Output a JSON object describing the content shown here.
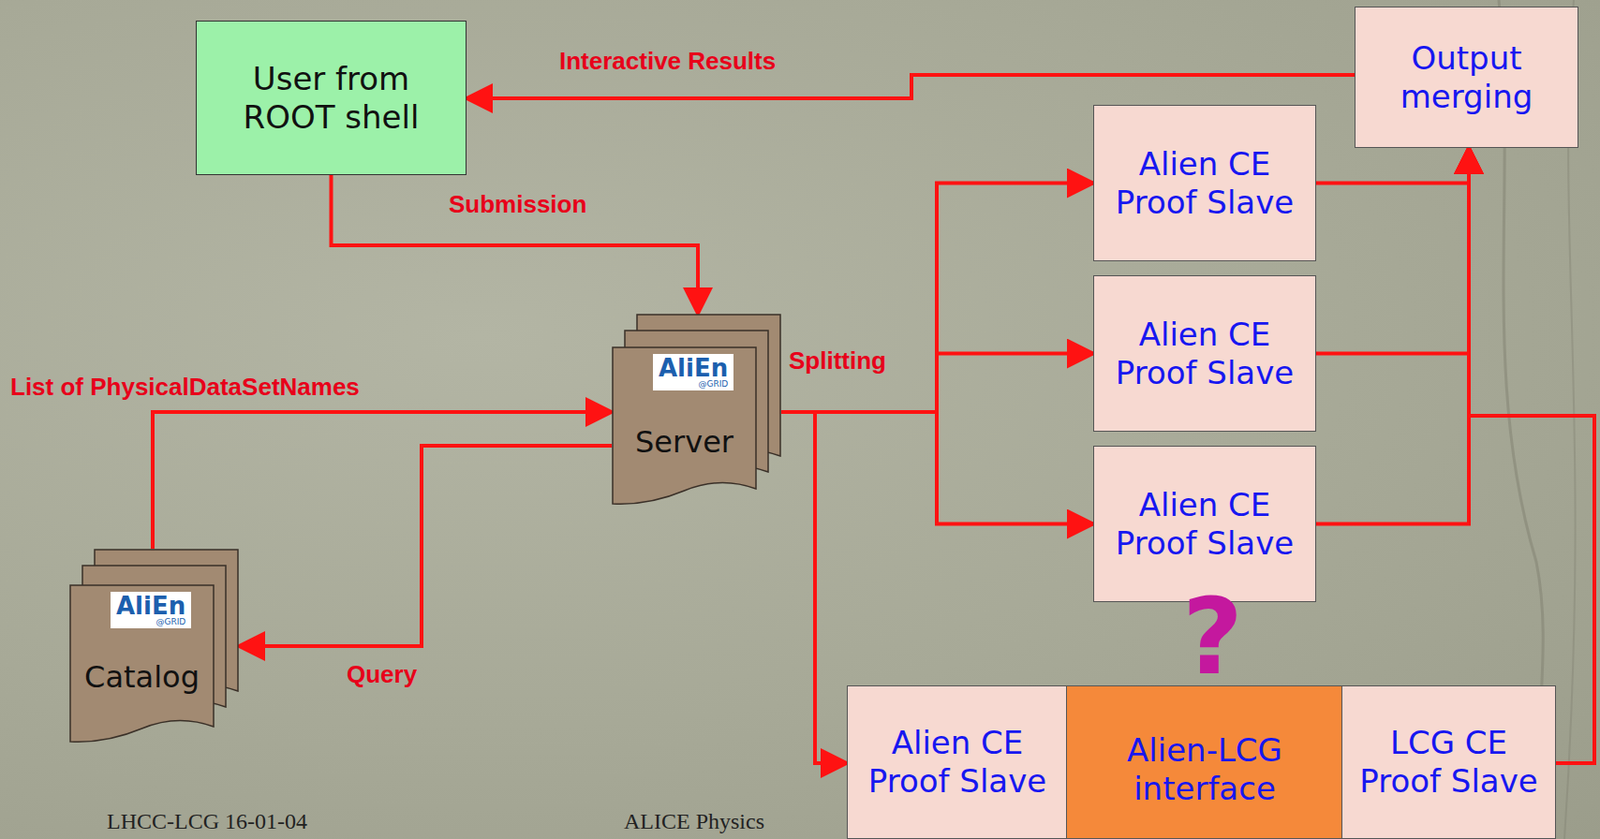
{
  "diagram": {
    "nodes": [
      {
        "text": [
          "User from ROOT shell"
        ]
      },
      {
        "text": [
          "AliEn",
          "@GRID",
          "Server"
        ]
      },
      {
        "text": [
          "AliEn",
          "@GRID",
          "Catalog"
        ]
      },
      {
        "text": [
          "Alien CE Proof Slave"
        ]
      },
      {
        "text": [
          "Alien CE Proof Slave"
        ]
      },
      {
        "text": [
          "Alien CE Proof Slave"
        ]
      },
      {
        "text": [
          "Output merging"
        ]
      },
      {
        "text": [
          "Alien CE Proof Slave"
        ]
      },
      {
        "text": [
          "Alien-LCG interface"
        ]
      },
      {
        "text": [
          "LCG CE Proof Slave"
        ]
      }
    ],
    "edges": [
      {
        "from": 0,
        "to": 1,
        "arrow": "to",
        "label": "Submission"
      },
      {
        "from": 1,
        "to": 2,
        "arrow": "to",
        "label": "Query"
      },
      {
        "from": 2,
        "to": 1,
        "arrow": "to",
        "label": "List of PhysicalDataSetNames"
      },
      {
        "from": 1,
        "to": 3,
        "arrow": "to"
      },
      {
        "from": 1,
        "to": 4,
        "arrow": "to",
        "label": "Splitting"
      },
      {
        "from": 1,
        "to": 5,
        "arrow": "to"
      },
      {
        "from": 1,
        "to": 7,
        "arrow": "to"
      },
      {
        "from": 3,
        "to": 6,
        "arrow": "to"
      },
      {
        "from": 4,
        "to": 6,
        "arrow": "to"
      },
      {
        "from": 5,
        "to": 6,
        "arrow": "to"
      },
      {
        "from": 9,
        "to": 6,
        "arrow": "to"
      },
      {
        "from": 6,
        "to": 0,
        "arrow": "to",
        "label": "Interactive Results"
      }
    ],
    "labels": [
      "?",
      "LHCC-LCG 16-01-04",
      "ALICE Physics"
    ]
  }
}
